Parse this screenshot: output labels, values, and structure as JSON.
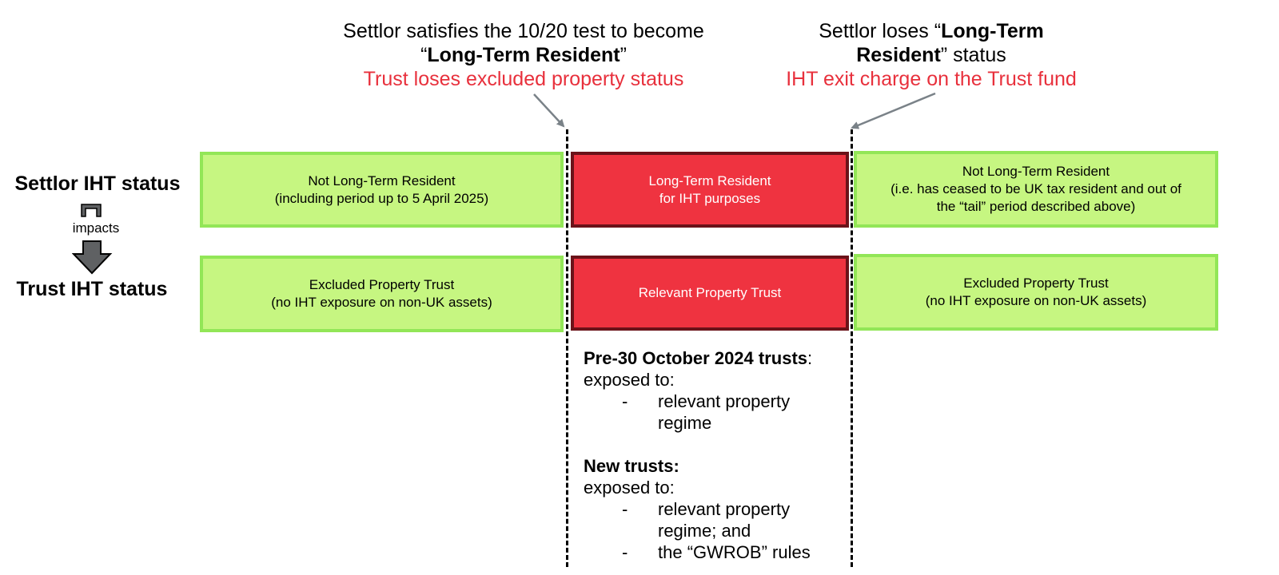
{
  "callout_left": {
    "line1": "Settlor satisfies the 10/20 test to become",
    "line2_quote_open": "“",
    "line2_bold": "Long-Term Resident",
    "line2_quote_close": "”",
    "line3_red": "Trust loses excluded property status"
  },
  "callout_right": {
    "line1_prefix": "Settlor loses “",
    "line1_bold": "Long-Term",
    "line2_bold": "Resident",
    "line2_suffix": "” status",
    "line3_red": "IHT exit charge on the Trust fund"
  },
  "row_labels": {
    "settlor": "Settlor IHT status",
    "impacts": "impacts",
    "trust": "Trust IHT status"
  },
  "settlor_row": {
    "left": "Not Long-Term Resident\n(including period up to 5 April 2025)",
    "middle": "Long-Term Resident\nfor IHT purposes",
    "right": "Not Long-Term Resident\n(i.e. has ceased to be UK tax resident and out of\nthe “tail” period described above)"
  },
  "trust_row": {
    "left": "Excluded Property Trust\n(no IHT exposure on non-UK assets)",
    "middle": "Relevant Property Trust",
    "right": "Excluded Property Trust\n(no IHT exposure on non-UK assets)"
  },
  "notes": {
    "pre_heading": "Pre-30 October 2024 trusts",
    "pre_heading_suffix": ":",
    "pre_exposed": "exposed to:",
    "pre_bullets": [
      "relevant property regime"
    ],
    "new_heading": "New trusts:",
    "new_exposed": "exposed to:",
    "new_bullets": [
      "relevant property regime; and",
      "the “GWROB” rules"
    ],
    "dash": "-"
  },
  "colors": {
    "green_fill": "#c6f681",
    "green_border": "#92e657",
    "red_fill": "#ef3340",
    "red_border": "#6b1219",
    "callout_red": "#e8303c",
    "arrow_grey": "#7a8288"
  }
}
